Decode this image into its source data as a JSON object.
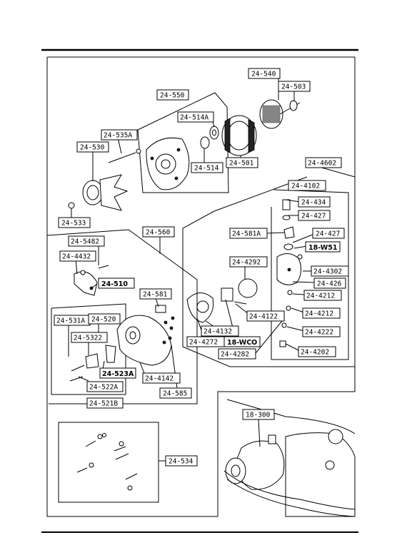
{
  "labels": {
    "p24_540": "24-540",
    "p24_503": "24-503",
    "p24_550": "24-550",
    "p24_514A": "24-514A",
    "p24_535A": "24-535A",
    "p24_530": "24-530",
    "p24_514": "24-514",
    "p24_501": "24-501",
    "p24_4602": "24-4602",
    "p24_4102": "24-4102",
    "p24_434": "24-434",
    "p24_427a": "24-427",
    "p24_533": "24-533",
    "p24_560": "24-560",
    "p24_5482": "24-5482",
    "p24_4432": "24-4432",
    "p24_510": "24-510",
    "p24_581A": "24-581A",
    "p24_427b": "24-427",
    "p18_W51": "18-W51",
    "p24_4292": "24-4292",
    "p24_4302": "24-4302",
    "p24_426": "24-426",
    "p24_581": "24-581",
    "p24_4212a": "24-4212",
    "p24_4122": "24-4122",
    "p24_4212b": "24-4212",
    "p24_531A": "24-531A",
    "p24_520": "24-520",
    "p24_4132": "24-4132",
    "p24_4222": "24-4222",
    "p24_5322": "24-5322",
    "p24_4272": "24-4272",
    "p18_WCO": "18-WCO",
    "p24_4282": "24-4282",
    "p24_4202": "24-4202",
    "p24_523A": "24-523A",
    "p24_4142": "24-4142",
    "p24_522A": "24-522A",
    "p24_585": "24-585",
    "p24_521B": "24-521B",
    "p18_300": "18-300",
    "p24_534": "24-534"
  }
}
